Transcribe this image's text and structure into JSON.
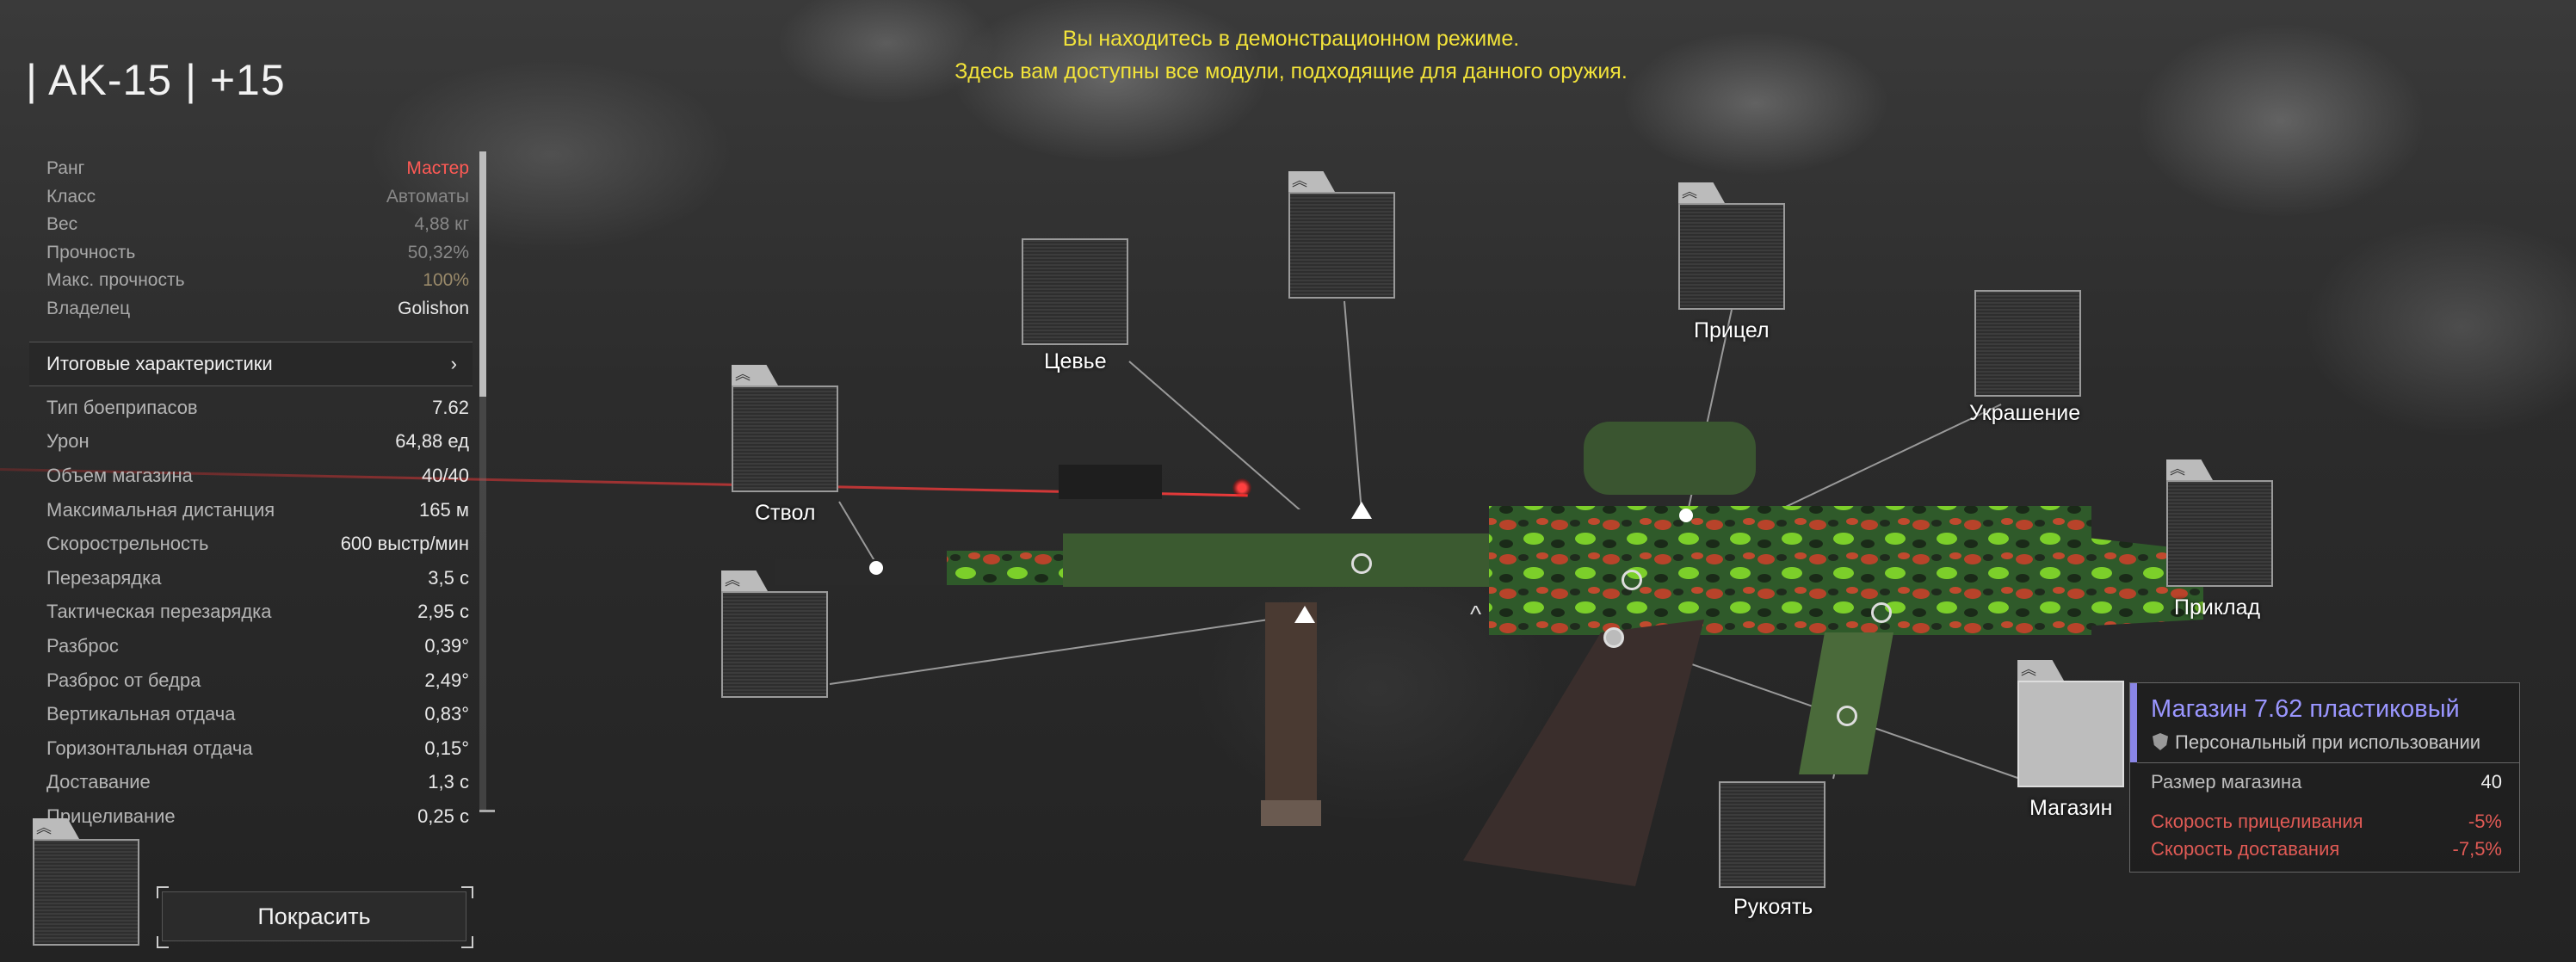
{
  "weapon": {
    "title": "|  AK-15 | +15"
  },
  "demo": {
    "line1": "Вы находитесь в демонстрационном режиме.",
    "line2": "Здесь вам доступны все модули, подходящие для данного оружия."
  },
  "info": [
    {
      "label": "Ранг",
      "value": "Мастер"
    },
    {
      "label": "Класс",
      "value": "Автоматы"
    },
    {
      "label": "Вес",
      "value": "4,88 кг"
    },
    {
      "label": "Прочность",
      "value": "50,32%"
    },
    {
      "label": "Макс. прочность",
      "value": "100%"
    },
    {
      "label": "Владелец",
      "value": "Golishon"
    }
  ],
  "summary": {
    "label": "Итоговые характеристики",
    "chevron": "›"
  },
  "details": [
    {
      "label": "Тип боеприпасов",
      "value": "7.62"
    },
    {
      "label": "Урон",
      "value": "64,88 ед"
    },
    {
      "label": "Объем магазина",
      "value": "40/40"
    },
    {
      "label": "Максимальная дистанция",
      "value": "165 м"
    },
    {
      "label": "Скорострельность",
      "value": "600 выстр/мин"
    },
    {
      "label": "Перезарядка",
      "value": "3,5 с"
    },
    {
      "label": "Тактическая перезарядка",
      "value": "2,95 с"
    },
    {
      "label": "Разброс",
      "value": "0,39°"
    },
    {
      "label": "Разброс от бедра",
      "value": "2,49°"
    },
    {
      "label": "Вертикальная отдача",
      "value": "0,83°"
    },
    {
      "label": "Горизонтальная отдача",
      "value": "0,15°"
    },
    {
      "label": "Доставание",
      "value": "1,3 с"
    },
    {
      "label": "Прицеливание",
      "value": "0,25 с"
    }
  ],
  "slots": {
    "barrel": "Ствол",
    "handguard": "Цевье",
    "scope": "Прицел",
    "decoration": "Украшение",
    "stock": "Приклад",
    "magazine": "Магазин",
    "grip": "Рукоять"
  },
  "tooltip": {
    "title": "Магазин 7.62 пластиковый",
    "subtitle": "Персональный при использовании",
    "stats": [
      {
        "label": "Размер магазина",
        "value": "40"
      },
      {
        "label": "Скорость прицеливания",
        "value": "-5%"
      },
      {
        "label": "Скорость доставания",
        "value": "-7,5%"
      }
    ]
  },
  "paint_button": "Покрасить",
  "colors": {
    "demo_text": "#f2e33a",
    "rank": "#ff5a55",
    "accent": "#8a86e6",
    "negative": "#e05a55"
  }
}
